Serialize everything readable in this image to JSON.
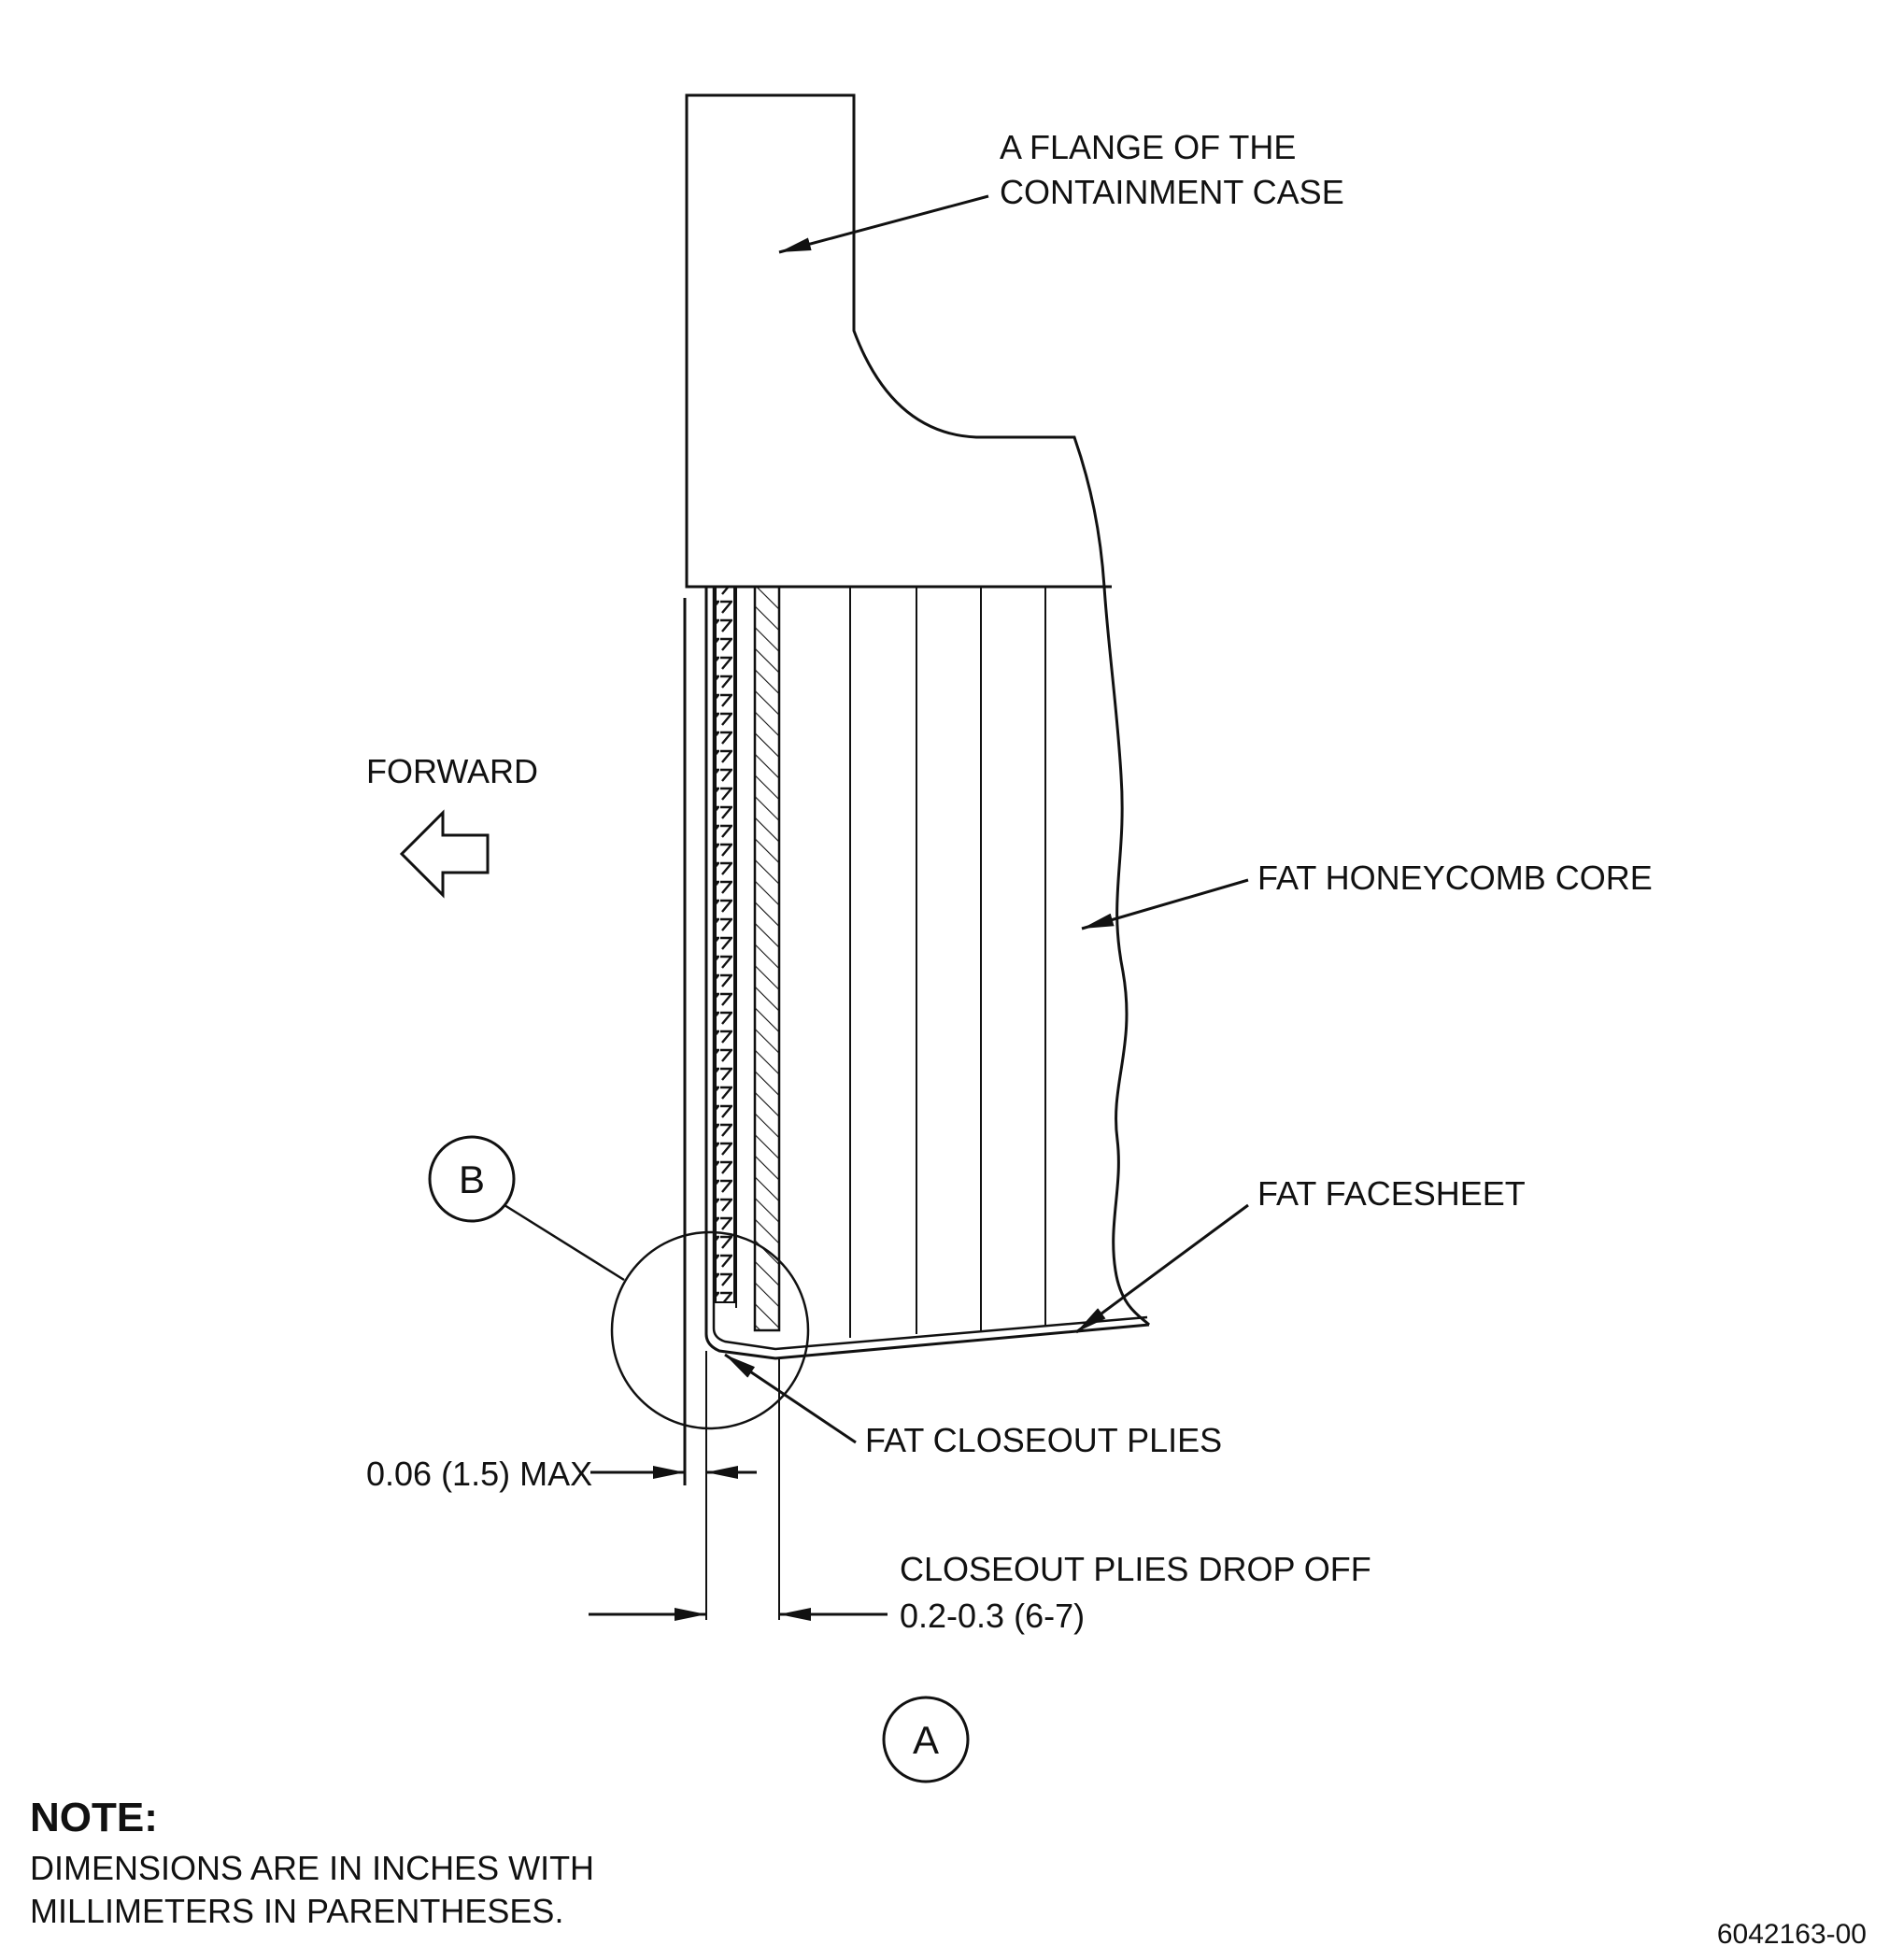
{
  "labels": {
    "flange": [
      "A FLANGE OF THE",
      "CONTAINMENT CASE"
    ],
    "forward": "FORWARD",
    "honeycomb": "FAT HONEYCOMB CORE",
    "facesheet": "FAT FACESHEET",
    "closeout": "FAT CLOSEOUT PLIES",
    "gap_dim": "0.06 (1.5) MAX",
    "dropoff": [
      "CLOSEOUT PLIES DROP OFF",
      "0.2-0.3 (6-7)"
    ],
    "detail_b": "B",
    "view_a": "A"
  },
  "note": {
    "heading": "NOTE:",
    "lines": [
      "DIMENSIONS ARE IN INCHES WITH",
      "MILLIMETERS IN PARENTHESES."
    ]
  },
  "figure_number": "6042163-00"
}
